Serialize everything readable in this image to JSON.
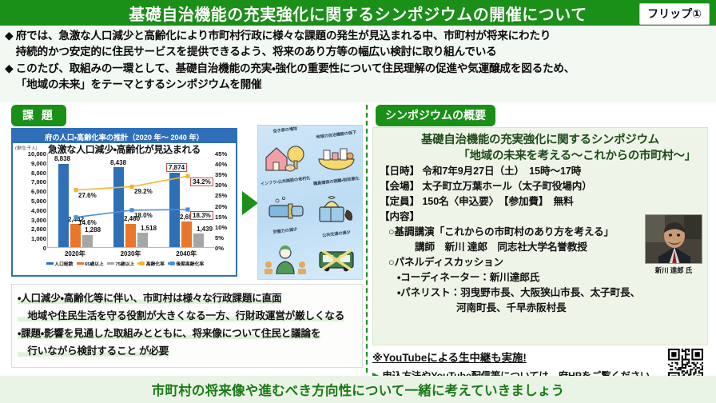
{
  "header": {
    "title": "基礎自治機能の充実強化に関するシンポジウムの開催について",
    "flip_badge": "フリップ①",
    "bar_color": "#1a9018"
  },
  "intro": {
    "bullets": [
      {
        "marker": "◆",
        "line1": "府では、急激な人口減少と高齢化により市町村行政に様々な課題の発生が見込まれる中、市町村が将来にわたり",
        "line2": "持続的かつ安定的に住民サービスを提供できるよう、将来のあり方等の幅広い検討に取り組んでいる"
      },
      {
        "marker": "◆",
        "line1": "このたび、取組みの一環として、基礎自治機能の充実・強化の重要性について住民理解の促進や気運醸成を図るため、",
        "line2": "「地域の未来」をテーマとするシンポジウムを開催"
      }
    ]
  },
  "left": {
    "tag": "課 題",
    "issue_notes": [
      "・人口減少・高齢化等に伴い、市町村は様々な行政課題に直面",
      "　地域や住民生活を守る役割が大きくなる一方、行財政運営が厳しくなる",
      "・課題・影響を見通した取組みとともに、将来像について住民と議論を",
      "　行いながら検討すること が必要"
    ],
    "illustration": {
      "cells": [
        {
          "caption": "空き家の増加",
          "icon": "house-tree-icon"
        },
        {
          "caption": "地域の自治機能の低下",
          "icon": "town-decline-icon"
        },
        {
          "caption": "インフラ・公共施設の老朽化",
          "icon": "pipe-infrastructure-icon"
        },
        {
          "caption": "職員確保の困難・財政悪化",
          "icon": "money-bag-icon"
        },
        {
          "caption": "労働力の減少",
          "icon": "worker-shortage-icon"
        },
        {
          "caption": "公共交通の減少",
          "icon": "bus-decline-icon"
        }
      ]
    }
  },
  "chart_data": {
    "type": "bar",
    "title": "府の人口・高齢化率の推計（2020 年～ 2040 年）",
    "annotation": "急激な人口減少・高齢化が見込まれる",
    "unit_label": "(単位:千人)",
    "categories": [
      "2020年",
      "2030年",
      "2040年"
    ],
    "xlabel": "",
    "ylabel": "",
    "ylim": [
      0,
      10000
    ],
    "y_ticks": [
      "10,000",
      "9,000",
      "8,000",
      "7,000",
      "6,000",
      "5,000",
      "4,000",
      "3,000",
      "2,000",
      "1,000",
      "0"
    ],
    "y2lim": [
      0,
      45
    ],
    "y2_ticks": [
      "45%",
      "40%",
      "35%",
      "30%",
      "25%",
      "20%",
      "15%",
      "10%",
      "5%",
      "0%"
    ],
    "grid": false,
    "legend_position": "bottom",
    "series": [
      {
        "name": "人口総数",
        "type": "bar",
        "color": "#2e6fb5",
        "values": [
          8838,
          8438,
          7874
        ],
        "labels": [
          "8,838",
          "8,438",
          "7,874"
        ]
      },
      {
        "name": "65歳以上",
        "type": "bar",
        "color": "#e8762c",
        "values": [
          2442,
          2460,
          2693
        ],
        "labels": [
          "2,442",
          "2,460",
          "2,693"
        ]
      },
      {
        "name": "75歳以上",
        "type": "bar",
        "color": "#a6a6a6",
        "values": [
          1288,
          1518,
          1439
        ],
        "labels": [
          "1,288",
          "1,518",
          "1,439"
        ]
      },
      {
        "name": "高齢化率",
        "type": "line",
        "color": "#f5b731",
        "values": [
          27.6,
          29.2,
          34.2
        ],
        "labels": [
          "27.6%",
          "29.2%",
          "34.2%"
        ]
      },
      {
        "name": "後期高齢化率",
        "type": "line",
        "color": "#4a90d9",
        "values": [
          14.6,
          18.0,
          18.3
        ],
        "labels": [
          "14.6%",
          "18.0%",
          "18.3%"
        ]
      }
    ],
    "highlighted_labels": [
      "7,874",
      "34.2%",
      "18.3%"
    ]
  },
  "right": {
    "tag": "シンポジウムの概要",
    "heading_line1": "基礎自治機能の充実強化に関するシンポジウム",
    "heading_line2": "「地域の未来を考える～これからの市町村～」",
    "details": [
      {
        "label": "【日時】",
        "value": "令和7年9月27日（土）　15時～17時"
      },
      {
        "label": "【会場】",
        "value": "太子町立万葉ホール（太子町役場内）"
      },
      {
        "label": "【定員】",
        "value": "150名〈申込要〉　【参加費】　無料"
      },
      {
        "label": "【内容】",
        "value": ""
      }
    ],
    "content_items": [
      "○基調講演「これからの市町村のあり方を考える」",
      "講師　新川 達郎　同志社大学名誉教授",
      "○パネルディスカッション",
      "・コーディネーター：新川達郎氏",
      "・パネリスト：羽曳野市長、大阪狭山市長、太子町長、",
      "河南町長、千早赤阪村長"
    ],
    "speaker_photo_caption": "新川 達郎 氏",
    "youtube_note": "※YouTubeによる生中継も実施!",
    "hp_note": "申込方法やYouTube配信等については、府HPをご覧ください",
    "hp_marker": "▶",
    "qr_name": "qr-code"
  },
  "footer": {
    "message": "市町村の将来像や進むべき方向性について一緒に考えていきましょう",
    "color": "#1a7a16"
  }
}
